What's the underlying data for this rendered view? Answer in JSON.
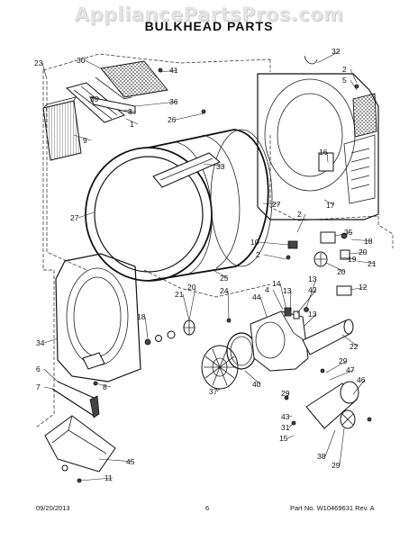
{
  "watermark": "AppliancePartsPros.com",
  "title": "BULKHEAD PARTS",
  "footer": {
    "date": "09/20/2013",
    "page": "6",
    "part": "Part No.  W10469631  Rev.  A"
  },
  "parts": [
    {
      "id": "callout-32",
      "label": "32"
    },
    {
      "id": "callout-23",
      "label": "23"
    },
    {
      "id": "callout-30",
      "label": "30"
    },
    {
      "id": "callout-41",
      "label": "41"
    },
    {
      "id": "callout-2a",
      "label": "2"
    },
    {
      "id": "callout-5",
      "label": "5"
    },
    {
      "id": "callout-39",
      "label": "39"
    },
    {
      "id": "callout-36",
      "label": "36"
    },
    {
      "id": "callout-3",
      "label": "3"
    },
    {
      "id": "callout-1",
      "label": "1"
    },
    {
      "id": "callout-26",
      "label": "26"
    },
    {
      "id": "callout-9",
      "label": "9"
    },
    {
      "id": "callout-16",
      "label": "16"
    },
    {
      "id": "callout-33",
      "label": "33"
    },
    {
      "id": "callout-27a",
      "label": "27"
    },
    {
      "id": "callout-27b",
      "label": "27"
    },
    {
      "id": "callout-17",
      "label": "17"
    },
    {
      "id": "callout-2b",
      "label": "2"
    },
    {
      "id": "callout-35",
      "label": "35"
    },
    {
      "id": "callout-18a",
      "label": "18"
    },
    {
      "id": "callout-10",
      "label": "10"
    },
    {
      "id": "callout-20a",
      "label": "20"
    },
    {
      "id": "callout-2c",
      "label": "2"
    },
    {
      "id": "callout-19",
      "label": "19"
    },
    {
      "id": "callout-21a",
      "label": "21"
    },
    {
      "id": "callout-20b",
      "label": "20"
    },
    {
      "id": "callout-25",
      "label": "25"
    },
    {
      "id": "callout-14",
      "label": "14"
    },
    {
      "id": "callout-13a",
      "label": "13"
    },
    {
      "id": "callout-42",
      "label": "42"
    },
    {
      "id": "callout-12",
      "label": "12"
    },
    {
      "id": "callout-24",
      "label": "24"
    },
    {
      "id": "callout-21b",
      "label": "21"
    },
    {
      "id": "callout-20c",
      "label": "20"
    },
    {
      "id": "callout-4",
      "label": "4"
    },
    {
      "id": "callout-44",
      "label": "44"
    },
    {
      "id": "callout-13b",
      "label": "13"
    },
    {
      "id": "callout-13c",
      "label": "13"
    },
    {
      "id": "callout-18b",
      "label": "18"
    },
    {
      "id": "callout-34",
      "label": "34"
    },
    {
      "id": "callout-22",
      "label": "22"
    },
    {
      "id": "callout-6",
      "label": "6"
    },
    {
      "id": "callout-8",
      "label": "8"
    },
    {
      "id": "callout-7",
      "label": "7"
    },
    {
      "id": "callout-29a",
      "label": "29"
    },
    {
      "id": "callout-47",
      "label": "47"
    },
    {
      "id": "callout-37",
      "label": "37"
    },
    {
      "id": "callout-40",
      "label": "40"
    },
    {
      "id": "callout-46",
      "label": "46"
    },
    {
      "id": "callout-29b",
      "label": "29"
    },
    {
      "id": "callout-31",
      "label": "31"
    },
    {
      "id": "callout-43",
      "label": "43"
    },
    {
      "id": "callout-15",
      "label": "15"
    },
    {
      "id": "callout-45",
      "label": "45"
    },
    {
      "id": "callout-11",
      "label": "11"
    },
    {
      "id": "callout-38",
      "label": "38"
    },
    {
      "id": "callout-29c",
      "label": "29"
    }
  ]
}
